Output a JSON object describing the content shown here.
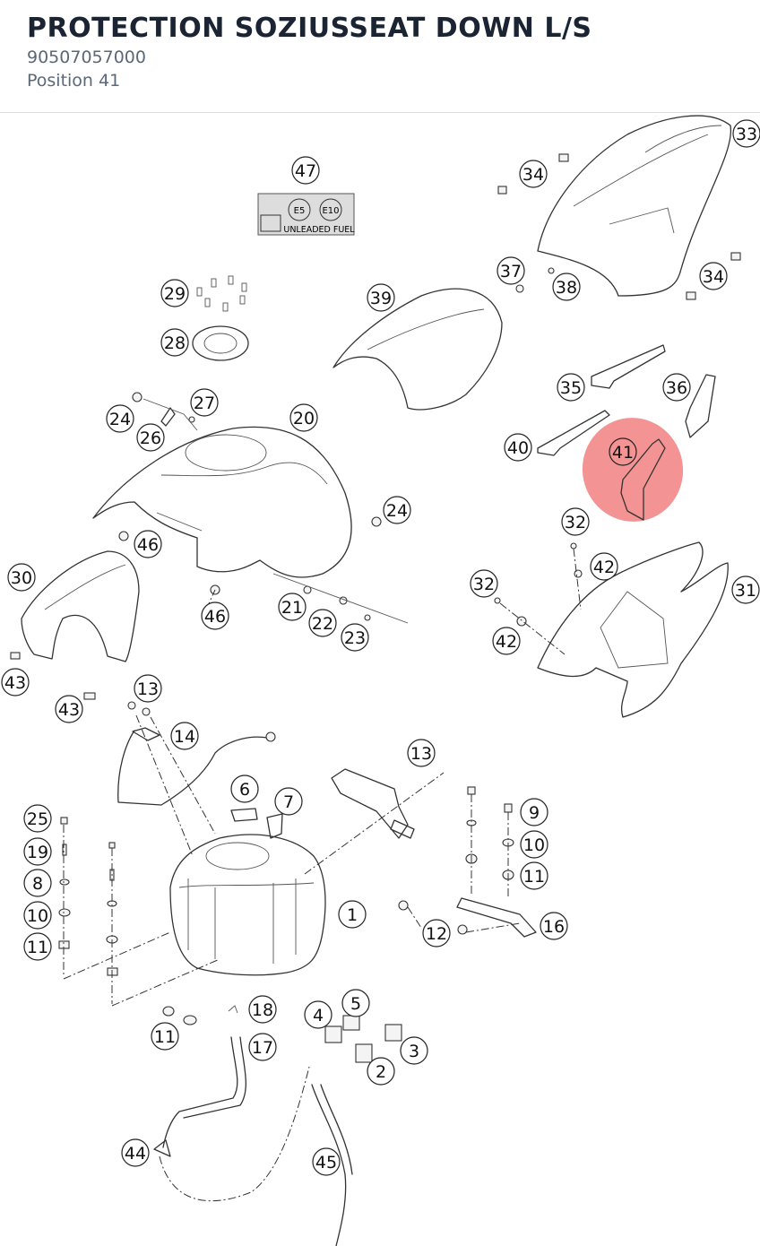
{
  "header": {
    "title": "PROTECTION SOZIUSSEAT DOWN L/S",
    "part_number": "90507057000",
    "position_label": "Position 41"
  },
  "highlight": {
    "callout": "41",
    "color": "#f07878"
  },
  "fuel_label": {
    "badge_e5": "E5",
    "badge_e10": "E10",
    "text": "UNLEADED FUEL"
  },
  "callouts": [
    {
      "id": "c47",
      "label": "47"
    },
    {
      "id": "c34a",
      "label": "34"
    },
    {
      "id": "c33",
      "label": "33"
    },
    {
      "id": "c37",
      "label": "37"
    },
    {
      "id": "c38",
      "label": "38"
    },
    {
      "id": "c34b",
      "label": "34"
    },
    {
      "id": "c29",
      "label": "29"
    },
    {
      "id": "c39",
      "label": "39"
    },
    {
      "id": "c28",
      "label": "28"
    },
    {
      "id": "c35",
      "label": "35"
    },
    {
      "id": "c36",
      "label": "36"
    },
    {
      "id": "c27",
      "label": "27"
    },
    {
      "id": "c24a",
      "label": "24"
    },
    {
      "id": "c20",
      "label": "20"
    },
    {
      "id": "c26",
      "label": "26"
    },
    {
      "id": "c40",
      "label": "40"
    },
    {
      "id": "c41",
      "label": "41"
    },
    {
      "id": "c24b",
      "label": "24"
    },
    {
      "id": "c32a",
      "label": "32"
    },
    {
      "id": "c46a",
      "label": "46"
    },
    {
      "id": "c42a",
      "label": "42"
    },
    {
      "id": "c30",
      "label": "30"
    },
    {
      "id": "c32b",
      "label": "32"
    },
    {
      "id": "c31",
      "label": "31"
    },
    {
      "id": "c21",
      "label": "21"
    },
    {
      "id": "c46b",
      "label": "46"
    },
    {
      "id": "c22",
      "label": "22"
    },
    {
      "id": "c42b",
      "label": "42"
    },
    {
      "id": "c23",
      "label": "23"
    },
    {
      "id": "c43a",
      "label": "43"
    },
    {
      "id": "c13a",
      "label": "13"
    },
    {
      "id": "c43b",
      "label": "43"
    },
    {
      "id": "c14",
      "label": "14"
    },
    {
      "id": "c13b",
      "label": "13"
    },
    {
      "id": "c6",
      "label": "6"
    },
    {
      "id": "c7",
      "label": "7"
    },
    {
      "id": "c9",
      "label": "9"
    },
    {
      "id": "c25",
      "label": "25"
    },
    {
      "id": "c10a",
      "label": "10"
    },
    {
      "id": "c19",
      "label": "19"
    },
    {
      "id": "c11a",
      "label": "11"
    },
    {
      "id": "c8",
      "label": "8"
    },
    {
      "id": "c1",
      "label": "1"
    },
    {
      "id": "c16",
      "label": "16"
    },
    {
      "id": "c10b",
      "label": "10"
    },
    {
      "id": "c12",
      "label": "12"
    },
    {
      "id": "c11b",
      "label": "11"
    },
    {
      "id": "c5",
      "label": "5"
    },
    {
      "id": "c18",
      "label": "18"
    },
    {
      "id": "c4",
      "label": "4"
    },
    {
      "id": "c11c",
      "label": "11"
    },
    {
      "id": "c3",
      "label": "3"
    },
    {
      "id": "c17",
      "label": "17"
    },
    {
      "id": "c2",
      "label": "2"
    },
    {
      "id": "c44",
      "label": "44"
    },
    {
      "id": "c45",
      "label": "45"
    }
  ]
}
